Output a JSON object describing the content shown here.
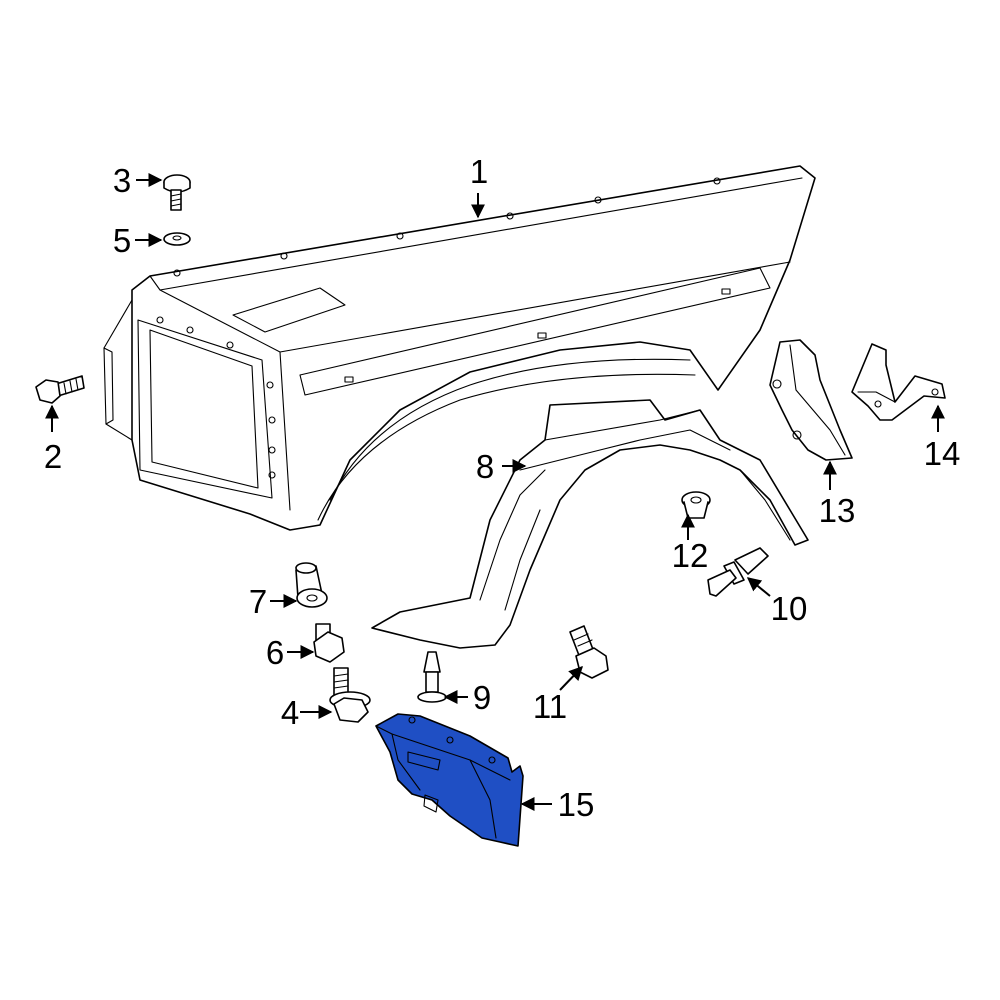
{
  "diagram": {
    "highlight_color": "#1f4fc4",
    "outline_color": "#000000",
    "parts": [
      {
        "id": "fender",
        "callout": "1"
      },
      {
        "id": "bolt-2",
        "callout": "2"
      },
      {
        "id": "screw-3",
        "callout": "3"
      },
      {
        "id": "bolt-4",
        "callout": "4"
      },
      {
        "id": "washer-5",
        "callout": "5"
      },
      {
        "id": "nut-6",
        "callout": "6"
      },
      {
        "id": "nut-7",
        "callout": "7"
      },
      {
        "id": "liner-8",
        "callout": "8"
      },
      {
        "id": "clip-9",
        "callout": "9"
      },
      {
        "id": "clip-10",
        "callout": "10"
      },
      {
        "id": "bolt-11",
        "callout": "11"
      },
      {
        "id": "nut-12",
        "callout": "12"
      },
      {
        "id": "bracket-13",
        "callout": "13"
      },
      {
        "id": "bracket-14",
        "callout": "14"
      },
      {
        "id": "shield-15",
        "callout": "15",
        "highlighted": true
      }
    ]
  }
}
